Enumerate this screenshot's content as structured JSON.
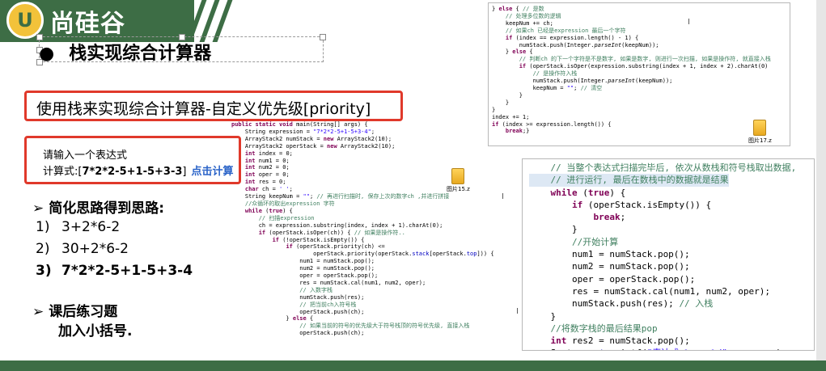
{
  "brand": {
    "logo_letter": "U",
    "logo_text": "尚硅谷",
    "color": "#3d6d45"
  },
  "slide": {
    "title": "栈实现综合计算器",
    "title_bullet": "●",
    "highlight_box": "使用栈来实现综合计算器-自定义优先级[priority]",
    "input_box": {
      "prompt": "请输入一个表达式",
      "expr_label": "计算式:[",
      "expr_value": "7*2*2-5+1-5+3-3",
      "expr_close": "]",
      "calc_link": "点击计算"
    },
    "simplify_heading": "简化思路得到思路:",
    "steps": [
      {
        "n": "1)",
        "text": "3+2*6-2"
      },
      {
        "n": "2)",
        "text": "30+2*6-2"
      },
      {
        "n": "3)",
        "text": "7*2*2-5+1-5+3-4"
      }
    ],
    "homework_heading": "课后练习题",
    "homework_text": "加入小括号."
  },
  "files": {
    "icon1_label": "图片15.z",
    "icon2_label": "图片17.z"
  },
  "colors": {
    "red_box": "#e0392b",
    "link": "#2a63c8",
    "keyword": "#7f0055",
    "comment": "#3f7f5f",
    "string": "#2a00ff"
  }
}
